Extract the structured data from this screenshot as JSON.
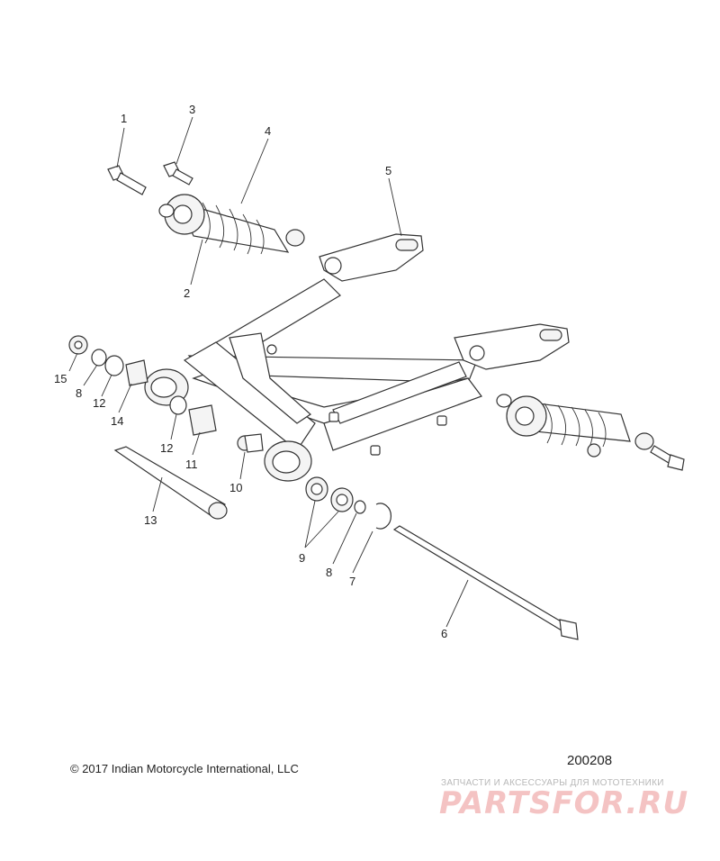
{
  "callouts": [
    {
      "id": "c1",
      "label": "1"
    },
    {
      "id": "c2",
      "label": "2"
    },
    {
      "id": "c3",
      "label": "3"
    },
    {
      "id": "c4",
      "label": "4"
    },
    {
      "id": "c5",
      "label": "5"
    },
    {
      "id": "c6",
      "label": "6"
    },
    {
      "id": "c7",
      "label": "7"
    },
    {
      "id": "c8a",
      "label": "8"
    },
    {
      "id": "c8b",
      "label": "8"
    },
    {
      "id": "c9",
      "label": "9"
    },
    {
      "id": "c10",
      "label": "10"
    },
    {
      "id": "c11",
      "label": "11"
    },
    {
      "id": "c12a",
      "label": "12"
    },
    {
      "id": "c12b",
      "label": "12"
    },
    {
      "id": "c13",
      "label": "13"
    },
    {
      "id": "c14",
      "label": "14"
    },
    {
      "id": "c15",
      "label": "15"
    }
  ],
  "footer": {
    "copyright": "© 2017 Indian Motorcycle International, LLC",
    "diagram_id": "200208"
  },
  "watermark": {
    "subtitle": "ЗАПЧАСТИ И АКСЕССУАРЫ ДЛЯ МОТОТЕХНИКИ",
    "logo": "PARTSFOR.RU"
  }
}
